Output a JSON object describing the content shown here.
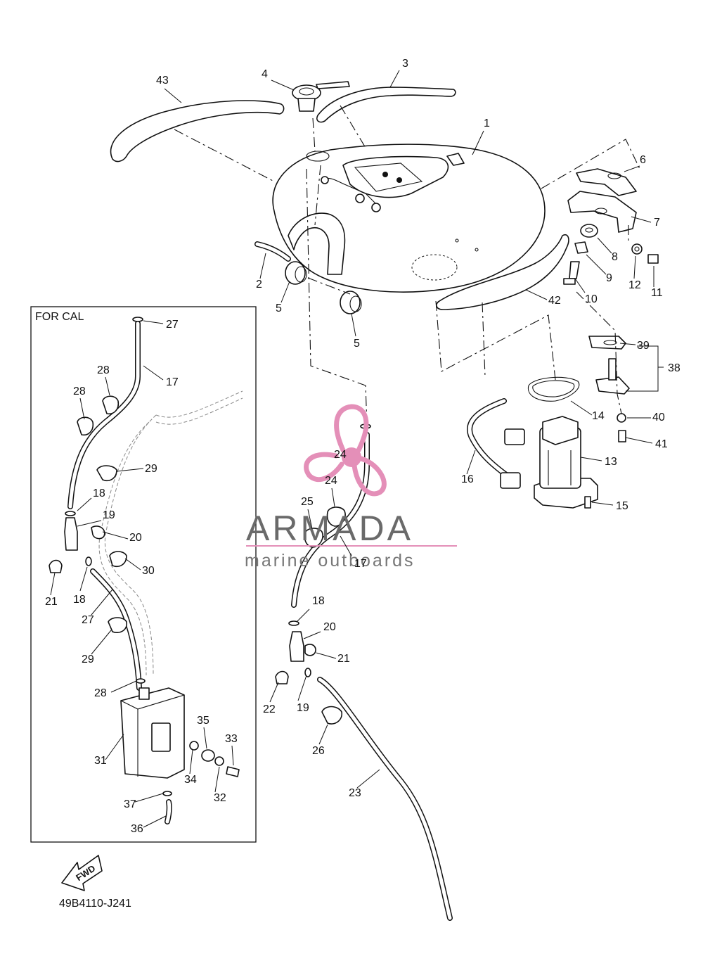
{
  "diagram": {
    "inset_label": "FOR CAL",
    "part_code": "49B4110-J241",
    "fwd_label": "FWD",
    "callouts": [
      "1",
      "2",
      "3",
      "4",
      "5",
      "5",
      "6",
      "7",
      "8",
      "9",
      "10",
      "11",
      "12",
      "13",
      "14",
      "15",
      "16",
      "17",
      "17",
      "18",
      "18",
      "18",
      "19",
      "19",
      "20",
      "20",
      "21",
      "21",
      "22",
      "23",
      "24",
      "24",
      "25",
      "26",
      "27",
      "27",
      "28",
      "28",
      "28",
      "29",
      "29",
      "30",
      "31",
      "32",
      "33",
      "34",
      "35",
      "36",
      "37",
      "38",
      "39",
      "40",
      "41",
      "42",
      "43"
    ]
  },
  "watermark": {
    "brand": "ARMADA",
    "tagline": "marine outboards",
    "color_pink": "#e48fb8",
    "color_gray": "#6a6a6a"
  }
}
